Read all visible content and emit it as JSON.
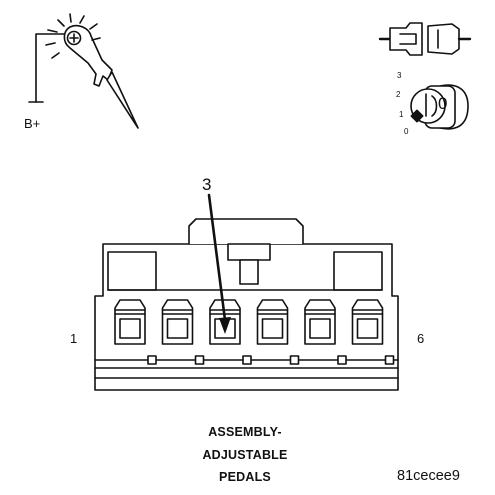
{
  "probe_icon": {
    "label": "B+"
  },
  "ignition_icon": {
    "positions": [
      "3",
      "2",
      "1",
      "0"
    ],
    "key_label": "0"
  },
  "connector": {
    "pin_first": "1",
    "pin_last": "6",
    "callout_pin": "3",
    "caption_lines": [
      "ASSEMBLY-",
      "ADJUSTABLE",
      "PEDALS"
    ]
  },
  "figure_code": "81cecee9",
  "colors": {
    "ink": "#111111",
    "background": "#ffffff"
  }
}
